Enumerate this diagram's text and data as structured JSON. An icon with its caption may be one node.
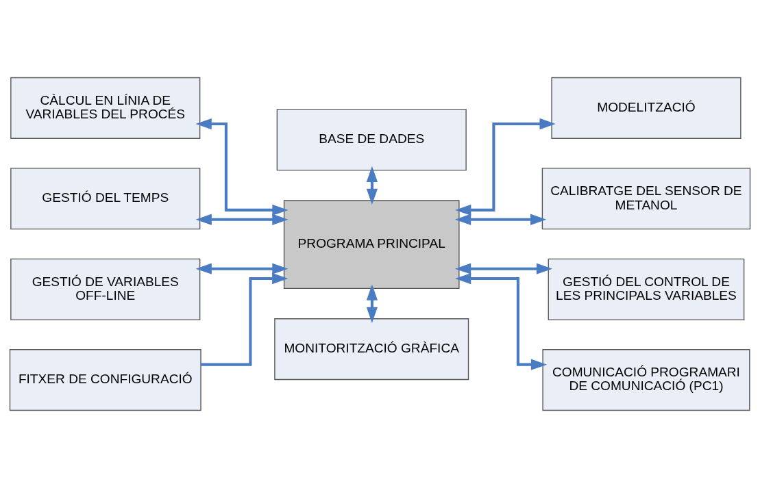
{
  "diagram": {
    "nodes": [
      {
        "text": [
          "BASE DE DADES"
        ]
      },
      {
        "text": [
          "CÀLCUL EN LÍNIA DE VARIABLES DEL PROCÉS"
        ]
      },
      {
        "text": [
          "MODELITZACIÓ"
        ]
      },
      {
        "text": [
          "GESTIÓ DEL TEMPS"
        ]
      },
      {
        "text": [
          "CALIBRATGE DEL SENSOR DE METANOL"
        ]
      },
      {
        "text": [
          "GESTIÓ DE VARIABLES OFF-LINE"
        ]
      },
      {
        "text": [
          "PROGRAMA PRINCIPAL"
        ]
      },
      {
        "text": [
          "GESTIÓ DEL CONTROL DE LES PRINCIPALS VARIABLES"
        ]
      },
      {
        "text": [
          "FITXER DE CONFIGURACIÓ"
        ]
      },
      {
        "text": [
          "COMUNICACIÓ PROGRAMARI DE COMUNICACIÓ (PC1)"
        ]
      },
      {
        "text": [
          "MONITORITZACIÓ GRÀFICA"
        ]
      }
    ],
    "edges": [
      {
        "from": 0,
        "to": 6,
        "arrow": "both"
      },
      {
        "from": 1,
        "to": 6,
        "arrow": "both"
      },
      {
        "from": 6,
        "to": 2,
        "arrow": "both"
      },
      {
        "from": 3,
        "to": 6,
        "arrow": "both"
      },
      {
        "from": 6,
        "to": 4,
        "arrow": "both"
      },
      {
        "from": 5,
        "to": 6,
        "arrow": "both"
      },
      {
        "from": 6,
        "to": 7,
        "arrow": "both"
      },
      {
        "from": 8,
        "to": 6,
        "arrow": "to"
      },
      {
        "from": 6,
        "to": 9,
        "arrow": "both"
      },
      {
        "from": 6,
        "to": 10,
        "arrow": "both"
      }
    ]
  }
}
